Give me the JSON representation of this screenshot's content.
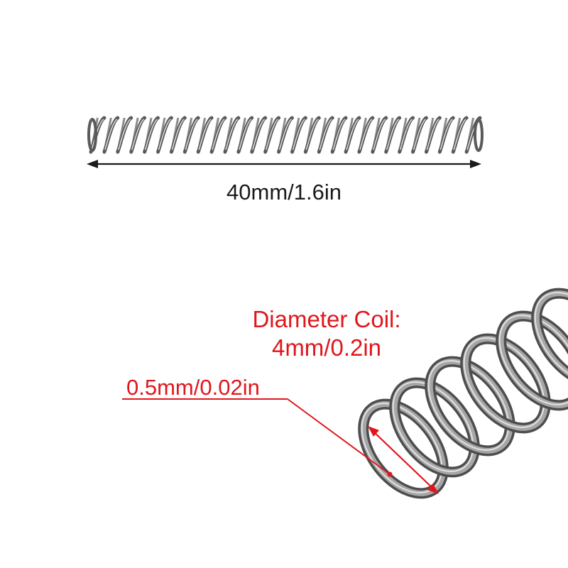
{
  "dimensions": {
    "length_label": "40mm/1.6in",
    "coil_diameter_label": "Diameter Coil:",
    "coil_diameter_value": "4mm/0.2in",
    "wire_diameter_label": "0.5mm/0.02in"
  },
  "colors": {
    "annotation_red": "#e0161d",
    "text_dark": "#1a1a1a",
    "spring_metal": "#6e6e6e"
  },
  "icons": {
    "spring_overview": "compression-spring-icon",
    "spring_closeup": "compression-spring-closeup-icon"
  }
}
